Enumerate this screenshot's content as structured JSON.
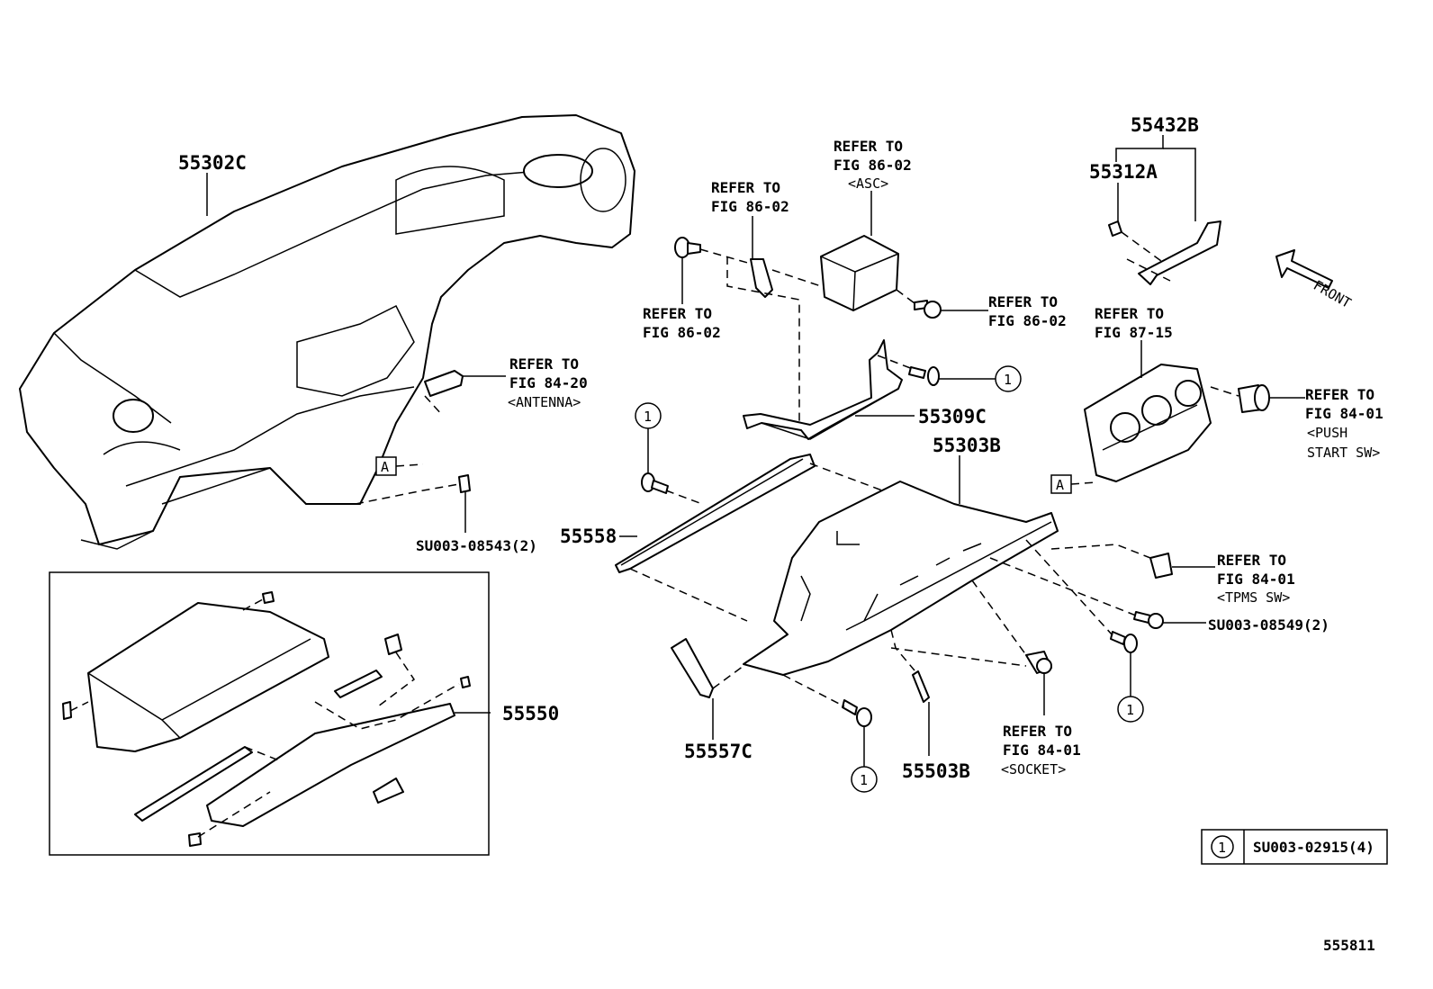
{
  "labels": {
    "dash_panel": "55302C",
    "antenna_ref": [
      "REFER TO",
      "FIG 84-20",
      "<ANTENNA>"
    ],
    "clip_left": "SU003-08543(2)",
    "glovebox_assy": "55550",
    "ref_bolt_left": [
      "REFER TO",
      "FIG 86-02"
    ],
    "ref_bracket": [
      "REFER TO",
      "FIG 86-02"
    ],
    "asc_ref": [
      "REFER TO",
      "FIG 86-02",
      "<ASC>"
    ],
    "ref_bolt_right": [
      "REFER TO",
      "FIG 86-02"
    ],
    "bracket": "55309C",
    "door": "55303B",
    "rail": "55558",
    "hinge": "55557C",
    "damper": "55503B",
    "socket_ref": [
      "REFER TO",
      "FIG 84-01",
      "<SOCKET>"
    ],
    "tpms_ref": [
      "REFER TO",
      "FIG 84-01",
      "<TPMS SW>"
    ],
    "clip_right": "SU003-08549(2)",
    "cover_assy": "55432B",
    "cover_part": "55312A",
    "front_arrow": "FRONT",
    "hvac_ref": [
      "REFER TO",
      "FIG 87-15"
    ],
    "push_start_ref": [
      "REFER TO",
      "FIG 84-01",
      "<PUSH",
      "START SW>"
    ],
    "marker_a": "A",
    "circle_num": "1",
    "legend_part": "SU003-02915(4)",
    "figure_no": "555811"
  }
}
